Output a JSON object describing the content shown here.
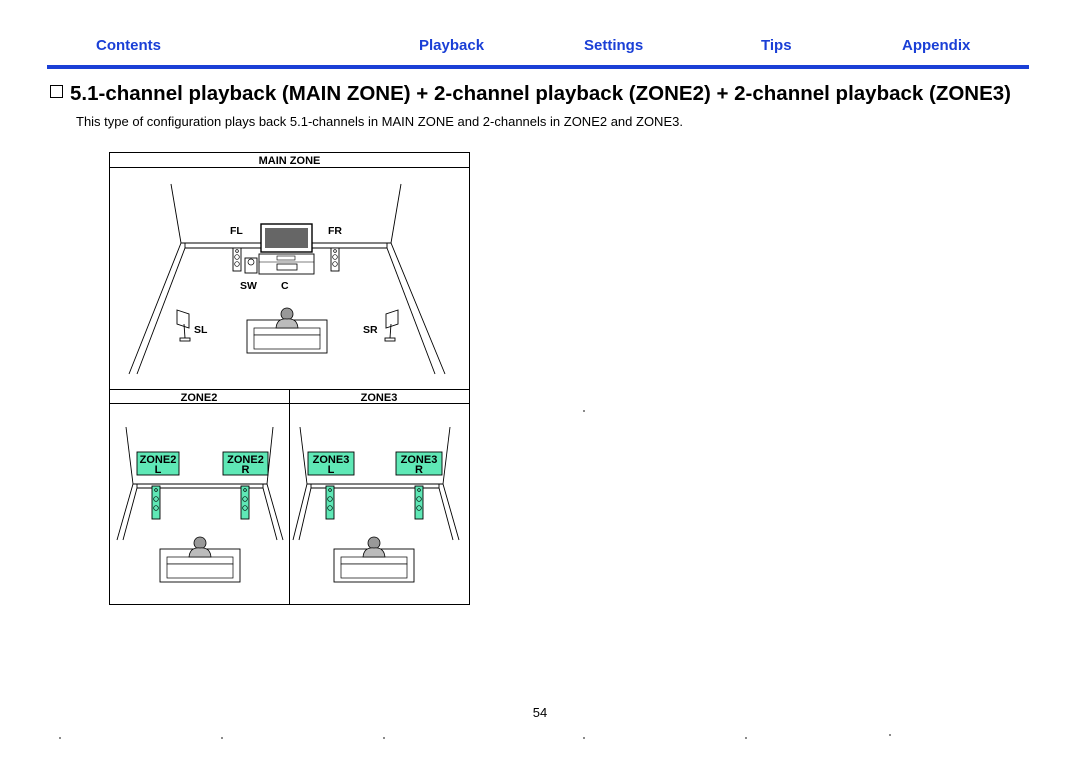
{
  "nav": {
    "contents": "Contents",
    "playback": "Playback",
    "settings": "Settings",
    "tips": "Tips",
    "appendix": "Appendix"
  },
  "heading": "5.1-channel playback (MAIN ZONE) + 2-channel playback (ZONE2) + 2-channel playback (ZONE3)",
  "description": "This type of configuration plays back 5.1-channels in MAIN ZONE and 2-channels in ZONE2 and ZONE3.",
  "diagram": {
    "main_zone_title": "MAIN ZONE",
    "zone2_title": "ZONE2",
    "zone3_title": "ZONE3",
    "speakers": {
      "fl": "FL",
      "fr": "FR",
      "sw": "SW",
      "c": "C",
      "sl": "SL",
      "sr": "SR"
    },
    "zone2_left": {
      "zone": "ZONE2",
      "channel": "L"
    },
    "zone2_right": {
      "zone": "ZONE2",
      "channel": "R"
    },
    "zone3_left": {
      "zone": "ZONE3",
      "channel": "L"
    },
    "zone3_right": {
      "zone": "ZONE3",
      "channel": "R"
    }
  },
  "page_number": "54",
  "colors": {
    "nav_blue": "#1a3fd6",
    "zone_speaker_fill": "#5fe8b6"
  }
}
